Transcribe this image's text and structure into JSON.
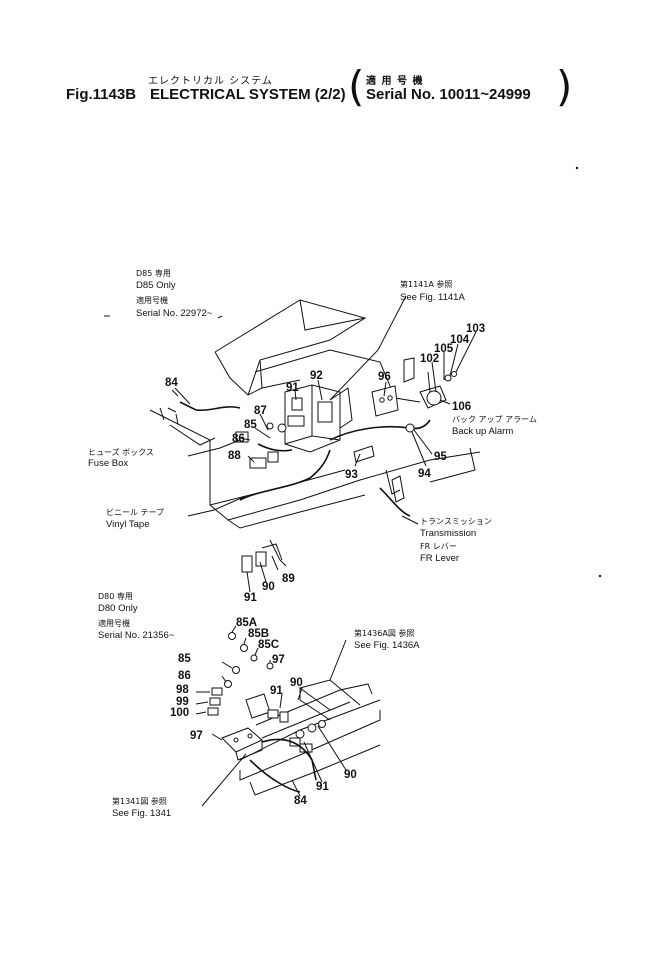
{
  "header": {
    "title_jp": "エレクトリカル システム",
    "fig_no": "Fig.1143B",
    "title": "ELECTRICAL SYSTEM (2/2)",
    "serial_jp": "適 用 号 機",
    "serial": "Serial No. 10011~24999"
  },
  "upper": {
    "model_jp": "D85 専用",
    "model": "D85 Only",
    "serial_jp": "適用号機",
    "serial": "Serial No. 22972~",
    "ref_jp": "第1141A 参照",
    "ref": "See Fig. 1141A",
    "fuse_box_jp": "ヒューズ ボックス",
    "fuse_box": "Fuse Box",
    "vinyl_tape_jp": "ビニール テープ",
    "vinyl_tape": "Vinyl Tape",
    "backup_alarm_jp": "バック アップ アラーム",
    "backup_alarm": "Back up Alarm",
    "transmission_jp": "トランスミッション",
    "transmission": "Transmission",
    "fr_lever_jp": "FR レバー",
    "fr_lever": "FR Lever",
    "parts": [
      "84",
      "91",
      "92",
      "96",
      "102",
      "103",
      "104",
      "105",
      "106",
      "87",
      "85",
      "86",
      "88",
      "93",
      "94",
      "95",
      "89",
      "90",
      "91"
    ]
  },
  "lower": {
    "model_jp": "D80 専用",
    "model": "D80 Only",
    "serial_jp": "適用号機",
    "serial": "Serial No. 21356~",
    "ref1_jp": "第1436A図 参照",
    "ref1": "See Fig. 1436A",
    "ref2_jp": "第1341図 参照",
    "ref2": "See Fig. 1341",
    "parts": [
      "85A",
      "85B",
      "85C",
      "97",
      "85",
      "86",
      "98",
      "99",
      "100",
      "97",
      "90",
      "91",
      "90",
      "91",
      "84"
    ]
  }
}
